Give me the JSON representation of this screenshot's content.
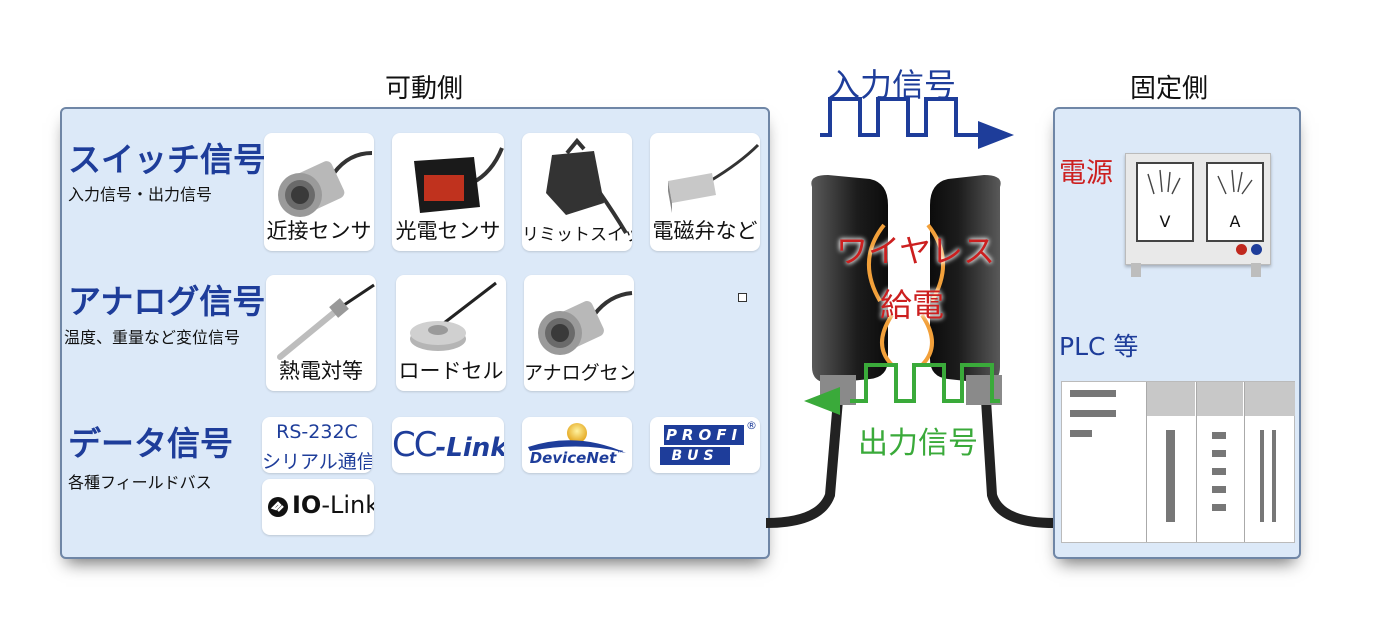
{
  "headings": {
    "movable": "可動側",
    "fixed": "固定側"
  },
  "signals": {
    "input": "入力信号",
    "output": "出力信号"
  },
  "wireless": {
    "line1": "ワイヤレス",
    "line2": "給電"
  },
  "sections": {
    "switch": {
      "title": "スイッチ信号",
      "subtitle": "入力信号・出力信号",
      "items": [
        "近接センサ",
        "光電センサ",
        "リミットスイッチ",
        "電磁弁など"
      ]
    },
    "analog": {
      "title": "アナログ信号",
      "subtitle": "温度、重量など変位信号",
      "items": [
        "熱電対等",
        "ロードセル",
        "アナログセンサ"
      ]
    },
    "data": {
      "title": "データ信号",
      "subtitle": "各種フィールドバス",
      "rs232c": {
        "line1": "RS-232C",
        "line2": "シリアル通信"
      },
      "cclink": {
        "cc": "CC",
        "link": "-Link"
      },
      "devicenet": {
        "text": "DeviceNet",
        "tm": "™"
      },
      "profibus": {
        "top": "PROFI",
        "bottom": "BUS",
        "reg": "®"
      },
      "iolink": {
        "bold": "IO",
        "rest": "-Link"
      }
    }
  },
  "fixed": {
    "power": "電源",
    "meter_v": "V",
    "meter_a": "A",
    "plc": "PLC 等"
  },
  "colors": {
    "panel_bg": "#dce9f8",
    "title_blue": "#1e3d9a",
    "input_blue": "#1e3d9a",
    "output_green": "#3aaa3a",
    "wireless_red": "#cc1f1f",
    "power_red": "#cc1f1f"
  }
}
